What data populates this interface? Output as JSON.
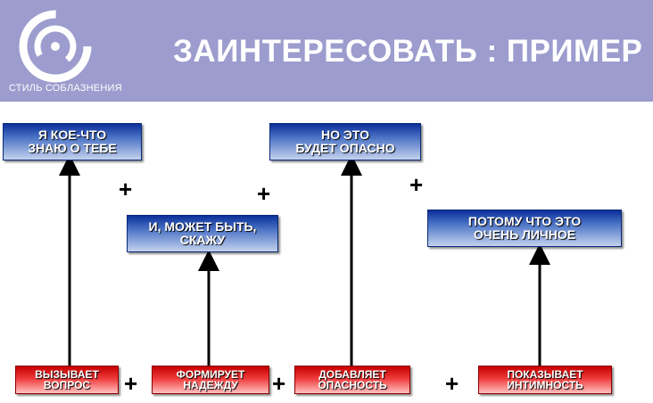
{
  "header": {
    "title": "ЗАИНТЕРЕСОВАТЬ : ПРИМЕР",
    "logo_text": "СТИЛЬ СОБЛАЗНЕНИЯ",
    "bg_color": "#9c9cce"
  },
  "top_boxes": [
    {
      "line1": "Я КОЕ-ЧТО",
      "line2": "ЗНАЮ О ТЕБЕ"
    },
    {
      "line1": "И, МОЖЕТ БЫТЬ,",
      "line2": "СКАЖУ"
    },
    {
      "line1": "НО ЭТО",
      "line2": "БУДЕТ ОПАСНО"
    },
    {
      "line1": "ПОТОМУ ЧТО ЭТО",
      "line2": "ОЧЕНЬ ЛИЧНОЕ"
    }
  ],
  "bottom_boxes": [
    {
      "line1": "ВЫЗЫВАЕТ",
      "line2": "ВОПРОС"
    },
    {
      "line1": "ФОРМИРУЕТ",
      "line2": "НАДЕЖДУ"
    },
    {
      "line1": "ДОБАВЛЯЕТ",
      "line2": "ОПАСНОСТЬ"
    },
    {
      "line1": "ПОКАЗЫВАЕТ",
      "line2": "ИНТИМНОСТЬ"
    }
  ],
  "plus_sign": "+",
  "colors": {
    "blue": "#0b2f9a",
    "red": "#c60000"
  }
}
